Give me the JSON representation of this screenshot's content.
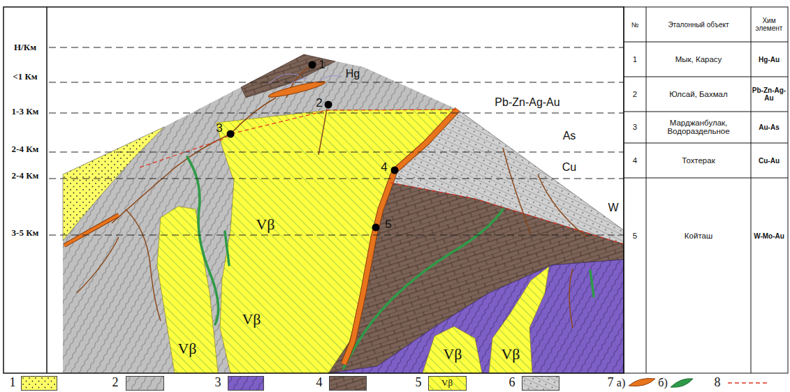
{
  "diagram": {
    "labels": [
      "Н/Км",
      "<1 Км",
      "1-3 Км",
      "2-4 Км",
      "2-4 Км",
      "3-5 Км",
      "Hg",
      "Pb-Zn-Ag-Au",
      "As",
      "Cu",
      "W",
      "1",
      "2",
      "3",
      "4",
      "5",
      "Vβ",
      "Vβ",
      "Vβ",
      "Vβ",
      "Vβ",
      "№",
      "Эталонный объект",
      "Хим элемент",
      "1",
      "Мык, Карасу",
      "Hg-Au",
      "2",
      "Юлсай, Бахмал",
      "Pb-Zn-Ag-Au",
      "3",
      "Марджанбулак, Водораздельное",
      "Au-As",
      "4",
      "Тохтерак",
      "Cu-Au",
      "5",
      "Койташ",
      "W-Mo-Au",
      "Vβ",
      "а)",
      "б)"
    ],
    "legend": [
      {
        "text": "1",
        "color": "#ffff66"
      },
      {
        "text": "2",
        "color": "#c0c0c0"
      },
      {
        "text": "3",
        "color": "#7d5fc6"
      },
      {
        "text": "4",
        "color": "#7b6256"
      },
      {
        "text": "5",
        "color": "#ffff40"
      },
      {
        "text": "6",
        "color": "#d0d0d0"
      },
      {
        "text": "7"
      },
      {
        "text": "8"
      }
    ]
  }
}
